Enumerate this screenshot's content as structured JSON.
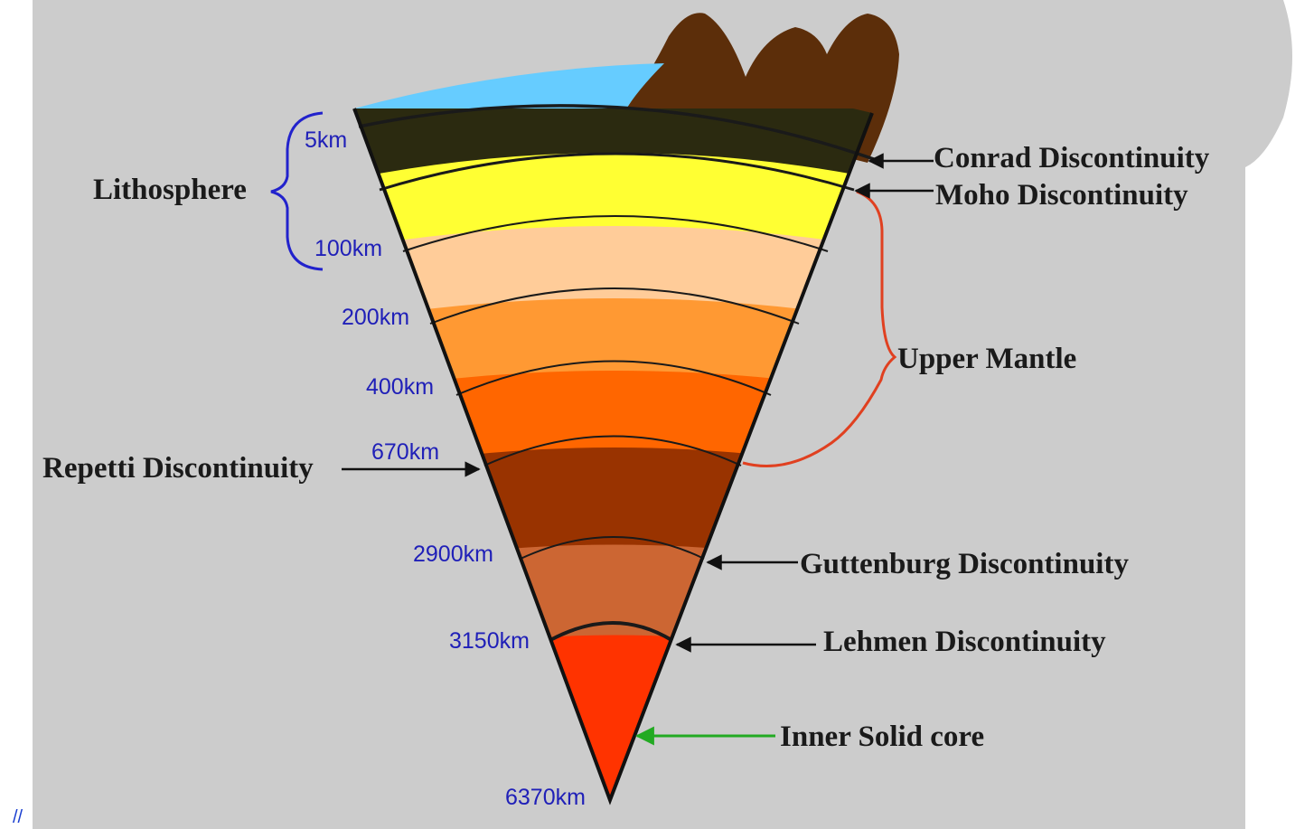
{
  "colors": {
    "background": "#cccccc",
    "ocean": "#66ccff",
    "mountain": "#5c2e0a",
    "crust_dark": "#2b2a10",
    "lithosphere_yellow": "#ffff33",
    "layer_peach": "#ffcc99",
    "layer_light_orange": "#ff9933",
    "layer_orange": "#ff6600",
    "lower_mantle": "#993300",
    "outer_core": "#cc6633",
    "inner_core": "#ff3300",
    "depth_text": "#2020b8",
    "lithosphere_brace": "#2222cc",
    "upper_mantle_brace": "#e04020",
    "inner_core_arrow": "#22aa22"
  },
  "depth_labels": {
    "d5": "5km",
    "d100": "100km",
    "d200": "200km",
    "d400": "400km",
    "d670": "670km",
    "d2900": "2900km",
    "d3150": "3150km",
    "d6370": "6370km"
  },
  "labels": {
    "lithosphere": "Lithosphere",
    "conrad": "Conrad Discontinuity",
    "moho": "Moho Discontinuity",
    "upper_mantle": "Upper Mantle",
    "repetti": "Repetti Discontinuity",
    "guttenburg": "Guttenburg Discontinuity",
    "lehmen": "Lehmen Discontinuity",
    "inner_core": "Inner Solid core"
  },
  "footer_text": "//"
}
